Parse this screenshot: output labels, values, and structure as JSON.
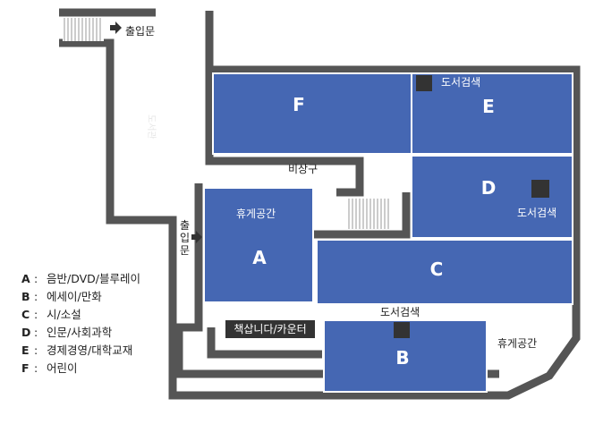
{
  "colors": {
    "zone": "#4567b3",
    "wall": "#555555",
    "accent": "#333333",
    "background": "#ffffff"
  },
  "icons": {
    "search_terminal": "dark-square",
    "exit_arrow": "right-arrow"
  },
  "zones": {
    "f": "F",
    "e": "E",
    "d": "D",
    "a": "A",
    "c": "C",
    "b": "B"
  },
  "labels": {
    "main_entrance": "출입문",
    "side_entrance": [
      "출",
      "입",
      "문"
    ],
    "emergency_exit": "비상구",
    "lounge_a": "휴게공간",
    "lounge_b": "휴게공간",
    "search_e": "도서검색",
    "search_d": "도서검색",
    "search_b": "도서검색",
    "counter": "책삽니다/카운터",
    "watermark": "도서관"
  },
  "legend": [
    {
      "key": "A",
      "sep": ":",
      "text": "음반/DVD/블루레이"
    },
    {
      "key": "B",
      "sep": ":",
      "text": "에세이/만화"
    },
    {
      "key": "C",
      "sep": ":",
      "text": "시/소설"
    },
    {
      "key": "D",
      "sep": ":",
      "text": "인문/사회과학"
    },
    {
      "key": "E",
      "sep": ":",
      "text": "경제경영/대학교재"
    },
    {
      "key": "F",
      "sep": ":",
      "text": "어린이"
    }
  ]
}
